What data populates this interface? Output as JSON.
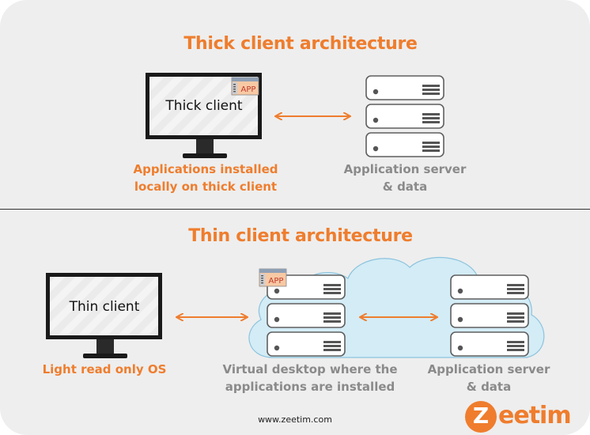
{
  "thick": {
    "title": "Thick client architecture",
    "monitor_label": "Thick client",
    "app_badge": "APP",
    "client_caption_l1": "Applications installed",
    "client_caption_l2": "locally on thick client",
    "server_caption_l1": "Application server",
    "server_caption_l2": "& data"
  },
  "thin": {
    "title": "Thin client architecture",
    "monitor_label": "Thin client",
    "app_badge": "APP",
    "client_caption": "Light read only OS",
    "vdi_caption_l1": "Virtual desktop where the",
    "vdi_caption_l2": "applications are installed",
    "server_caption_l1": "Application server",
    "server_caption_l2": "& data"
  },
  "footer": {
    "url": "www.zeetim.com"
  },
  "brand": {
    "logo_initial": "Z",
    "logo_rest": "eetim"
  },
  "colors": {
    "accent": "#ef7d2d",
    "cloud": "#d3ecf6",
    "server_stroke": "#5f5f5f",
    "background": "#eeeeee"
  }
}
